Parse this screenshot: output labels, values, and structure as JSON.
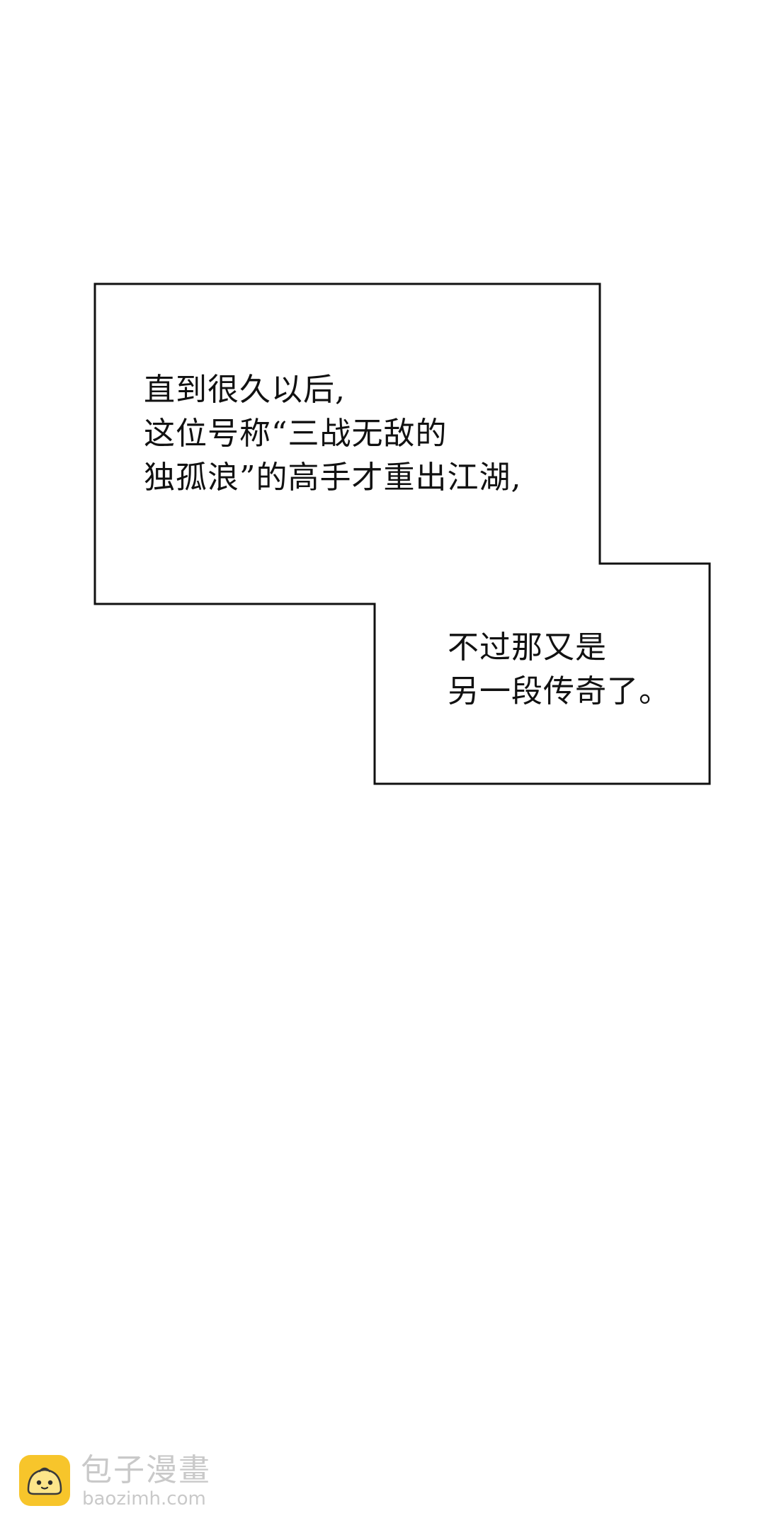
{
  "caption_a": {
    "lines": [
      "直到很久以后,",
      "这位号称“三战无敌的",
      "独孤浪”的高手才重出江湖,"
    ]
  },
  "caption_b": {
    "lines": [
      "不过那又是",
      "另一段传奇了。"
    ]
  },
  "watermark": {
    "name": "包子漫畫",
    "url": "baozimh.com",
    "logo_icon": "steamed-bun-icon",
    "logo_color": "#f7c52b"
  },
  "colors": {
    "background": "#ffffff",
    "border": "#111111",
    "text": "#111111",
    "watermark_text": "#c9c9c9"
  }
}
